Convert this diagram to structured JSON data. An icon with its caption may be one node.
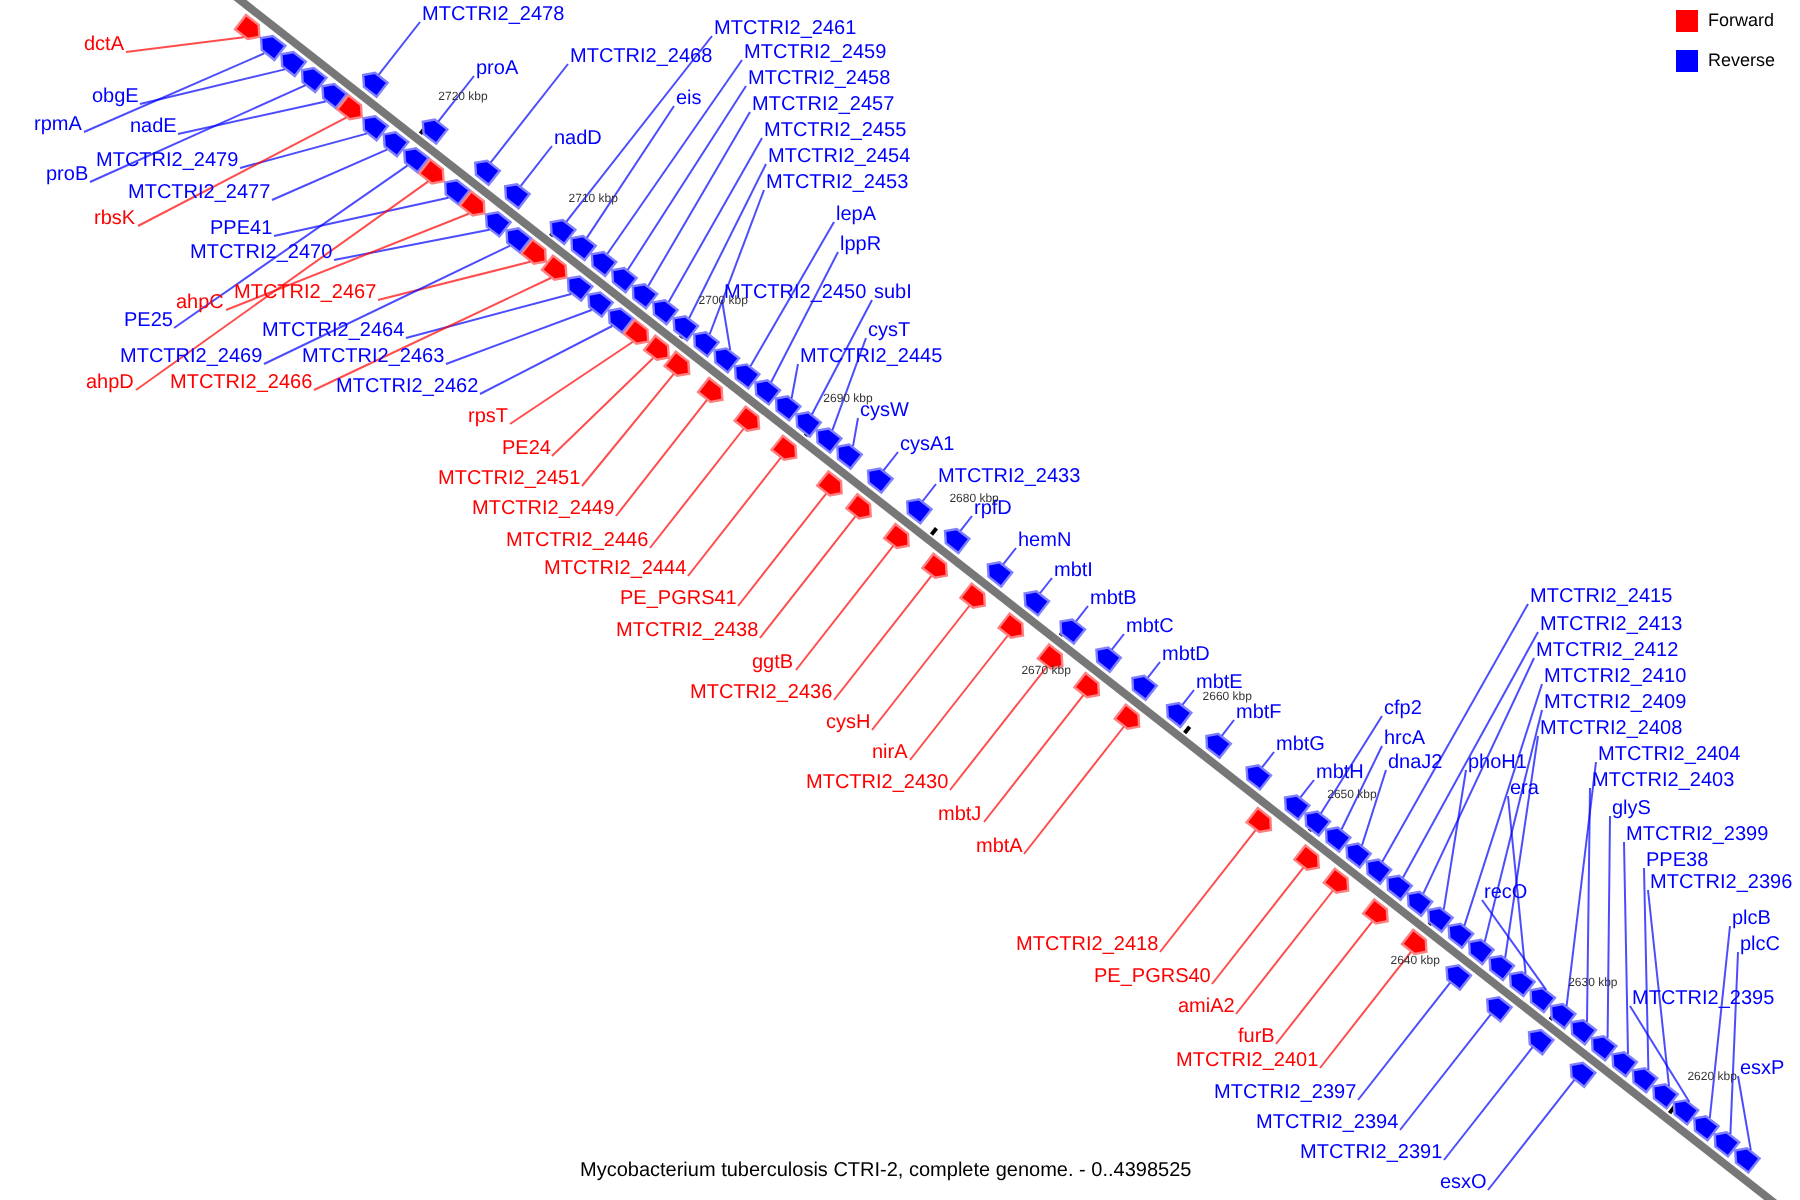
{
  "diagram": {
    "caption": "Mycobacterium tuberculosis CTRI-2, complete genome. - 0..4398525",
    "nodes": [
      {
        "text": [
          "dctA"
        ]
      },
      {
        "text": [
          "MTCTRI2_2478"
        ]
      },
      {
        "text": [
          "obgE"
        ]
      },
      {
        "text": [
          "proA"
        ]
      },
      {
        "text": [
          "MTCTRI2_2468"
        ]
      },
      {
        "text": [
          "MTCTRI2_2461"
        ]
      },
      {
        "text": [
          "MTCTRI2_2459"
        ]
      },
      {
        "text": [
          "eis"
        ]
      },
      {
        "text": [
          "MTCTRI2_2458"
        ]
      },
      {
        "text": [
          "MTCTRI2_2457"
        ]
      },
      {
        "text": [
          "rpmA"
        ]
      },
      {
        "text": [
          "nadE"
        ]
      },
      {
        "text": [
          "nadD"
        ]
      },
      {
        "text": [
          "MTCTRI2_2455"
        ]
      },
      {
        "text": [
          "MTCTRI2_2454"
        ]
      },
      {
        "text": [
          "MTCTRI2_2453"
        ]
      },
      {
        "text": [
          "proB"
        ]
      },
      {
        "text": [
          "MTCTRI2_2479"
        ]
      },
      {
        "text": [
          "MTCTRI2_2477"
        ]
      },
      {
        "text": [
          "lepA"
        ]
      },
      {
        "text": [
          "rbsK"
        ]
      },
      {
        "text": [
          "PPE41"
        ]
      },
      {
        "text": [
          "lppR"
        ]
      },
      {
        "text": [
          "MTCTRI2_2470"
        ]
      },
      {
        "text": [
          "MTCTRI2_2467"
        ]
      },
      {
        "text": [
          "MTCTRI2_2450"
        ]
      },
      {
        "text": [
          "subI"
        ]
      },
      {
        "text": [
          "ahpC"
        ]
      },
      {
        "text": [
          "PE25"
        ]
      },
      {
        "text": [
          "MTCTRI2_2464"
        ]
      },
      {
        "text": [
          "cysT"
        ]
      },
      {
        "text": [
          "MTCTRI2_2469"
        ]
      },
      {
        "text": [
          "MTCTRI2_2463"
        ]
      },
      {
        "text": [
          "MTCTRI2_2445"
        ]
      },
      {
        "text": [
          "ahpD"
        ]
      },
      {
        "text": [
          "MTCTRI2_2466"
        ]
      },
      {
        "text": [
          "MTCTRI2_2462"
        ]
      },
      {
        "text": [
          "cysW"
        ]
      },
      {
        "text": [
          "rpsT"
        ]
      },
      {
        "text": [
          "cysA1"
        ]
      },
      {
        "text": [
          "PE24"
        ]
      },
      {
        "text": [
          "MTCTRI2_2451"
        ]
      },
      {
        "text": [
          "MTCTRI2_2433"
        ]
      },
      {
        "text": [
          "MTCTRI2_2449"
        ]
      },
      {
        "text": [
          "rpfD"
        ]
      },
      {
        "text": [
          "MTCTRI2_2446"
        ]
      },
      {
        "text": [
          "hemN"
        ]
      },
      {
        "text": [
          "MTCTRI2_2444"
        ]
      },
      {
        "text": [
          "mbtI"
        ]
      },
      {
        "text": [
          "PE_PGRS41"
        ]
      },
      {
        "text": [
          "MTCTRI2_2415"
        ]
      },
      {
        "text": [
          "mbtB"
        ]
      },
      {
        "text": [
          "MTCTRI2_2413"
        ]
      },
      {
        "text": [
          "MTCTRI2_2438"
        ]
      },
      {
        "text": [
          "mbtC"
        ]
      },
      {
        "text": [
          "MTCTRI2_2412"
        ]
      },
      {
        "text": [
          "ggtB"
        ]
      },
      {
        "text": [
          "mbtD"
        ]
      },
      {
        "text": [
          "MTCTRI2_2410"
        ]
      },
      {
        "text": [
          "mbtE"
        ]
      },
      {
        "text": [
          "MTCTRI2_2436"
        ]
      },
      {
        "text": [
          "MTCTRI2_2409"
        ]
      },
      {
        "text": [
          "cfp2"
        ]
      },
      {
        "text": [
          "mbtF"
        ]
      },
      {
        "text": [
          "cysH"
        ]
      },
      {
        "text": [
          "MTCTRI2_2408"
        ]
      },
      {
        "text": [
          "hrcA"
        ]
      },
      {
        "text": [
          "mbtG"
        ]
      },
      {
        "text": [
          "nirA"
        ]
      },
      {
        "text": [
          "MTCTRI2_2404"
        ]
      },
      {
        "text": [
          "dnaJ2"
        ]
      },
      {
        "text": [
          "phoH1"
        ]
      },
      {
        "text": [
          "mbtH"
        ]
      },
      {
        "text": [
          "MTCTRI2_2430"
        ]
      },
      {
        "text": [
          "MTCTRI2_2403"
        ]
      },
      {
        "text": [
          "era"
        ]
      },
      {
        "text": [
          "glyS"
        ]
      },
      {
        "text": [
          "mbtJ"
        ]
      },
      {
        "text": [
          "MTCTRI2_2399"
        ]
      },
      {
        "text": [
          "mbtA"
        ]
      },
      {
        "text": [
          "PPE38"
        ]
      },
      {
        "text": [
          "MTCTRI2_2396"
        ]
      },
      {
        "text": [
          "recO"
        ]
      },
      {
        "text": [
          "plcB"
        ]
      },
      {
        "text": [
          "MTCTRI2_2418"
        ]
      },
      {
        "text": [
          "plcC"
        ]
      },
      {
        "text": [
          "PE_PGRS40"
        ]
      },
      {
        "text": [
          "MTCTRI2_2395"
        ]
      },
      {
        "text": [
          "amiA2"
        ]
      },
      {
        "text": [
          "furB"
        ]
      },
      {
        "text": [
          "MTCTRI2_2401"
        ]
      },
      {
        "text": [
          "esxP"
        ]
      },
      {
        "text": [
          "MTCTRI2_2397"
        ]
      },
      {
        "text": [
          "MTCTRI2_2394"
        ]
      },
      {
        "text": [
          "MTCTRI2_2391"
        ]
      },
      {
        "text": [
          "esxO"
        ]
      },
      {
        "text": [],
        "shape": "pentagon"
      },
      {
        "text": [],
        "shape": "pentagon"
      },
      {
        "text": [],
        "shape": "pentagon"
      },
      {
        "text": [],
        "shape": "pentagon"
      },
      {
        "text": [],
        "shape": "pentagon"
      },
      {
        "text": [],
        "shape": "pentagon"
      },
      {
        "text": [],
        "shape": "pentagon"
      },
      {
        "text": [],
        "shape": "pentagon"
      },
      {
        "text": [],
        "shape": "pentagon"
      },
      {
        "text": [],
        "shape": "pentagon"
      },
      {
        "text": [],
        "shape": "pentagon"
      },
      {
        "text": [],
        "shape": "pentagon"
      },
      {
        "text": [],
        "shape": "pentagon"
      },
      {
        "text": [],
        "shape": "pentagon"
      },
      {
        "text": [],
        "shape": "pentagon"
      },
      {
        "text": [],
        "shape": "pentagon"
      },
      {
        "text": [],
        "shape": "pentagon"
      },
      {
        "text": [],
        "shape": "pentagon"
      },
      {
        "text": [],
        "shape": "pentagon"
      },
      {
        "text": [],
        "shape": "pentagon"
      },
      {
        "text": [],
        "shape": "pentagon"
      },
      {
        "text": [],
        "shape": "pentagon"
      },
      {
        "text": [],
        "shape": "pentagon"
      },
      {
        "text": [],
        "shape": "pentagon"
      },
      {
        "text": [],
        "shape": "pentagon"
      },
      {
        "text": [],
        "shape": "pentagon"
      },
      {
        "text": [],
        "shape": "pentagon"
      },
      {
        "text": [],
        "shape": "pentagon"
      },
      {
        "text": [],
        "shape": "pentagon"
      },
      {
        "text": [],
        "shape": "pentagon"
      },
      {
        "text": [],
        "shape": "pentagon"
      },
      {
        "text": [],
        "shape": "pentagon"
      },
      {
        "text": [],
        "shape": "pentagon"
      },
      {
        "text": [],
        "shape": "pentagon"
      },
      {
        "text": [],
        "shape": "pentagon"
      },
      {
        "text": [],
        "shape": "pentagon"
      },
      {
        "text": [],
        "shape": "pentagon"
      },
      {
        "text": [],
        "shape": "pentagon"
      },
      {
        "text": [],
        "shape": "pentagon"
      },
      {
        "text": [],
        "shape": "pentagon"
      },
      {
        "text": [],
        "shape": "pentagon"
      },
      {
        "text": [],
        "shape": "pentagon"
      },
      {
        "text": [],
        "shape": "pentagon"
      },
      {
        "text": [],
        "shape": "pentagon"
      },
      {
        "text": [],
        "shape": "pentagon"
      },
      {
        "text": [],
        "shape": "pentagon"
      },
      {
        "text": [],
        "shape": "pentagon"
      },
      {
        "text": [],
        "shape": "pentagon"
      },
      {
        "text": [],
        "shape": "pentagon"
      },
      {
        "text": [],
        "shape": "pentagon"
      },
      {
        "text": [],
        "shape": "pentagon"
      },
      {
        "text": [],
        "shape": "pentagon"
      },
      {
        "text": [],
        "shape": "pentagon"
      },
      {
        "text": [],
        "shape": "pentagon"
      },
      {
        "text": [],
        "shape": "pentagon"
      },
      {
        "text": [],
        "shape": "pentagon"
      },
      {
        "text": [],
        "shape": "pentagon"
      },
      {
        "text": [],
        "shape": "pentagon"
      },
      {
        "text": [],
        "shape": "pentagon"
      },
      {
        "text": [],
        "shape": "pentagon"
      },
      {
        "text": [],
        "shape": "pentagon"
      },
      {
        "text": [],
        "shape": "pentagon"
      },
      {
        "text": [],
        "shape": "pentagon"
      },
      {
        "text": [],
        "shape": "pentagon"
      },
      {
        "text": [],
        "shape": "pentagon"
      },
      {
        "text": [],
        "shape": "pentagon"
      },
      {
        "text": [],
        "shape": "pentagon"
      },
      {
        "text": [],
        "shape": "pentagon"
      },
      {
        "text": [],
        "shape": "pentagon"
      },
      {
        "text": [],
        "shape": "pentagon"
      },
      {
        "text": [],
        "shape": "pentagon"
      },
      {
        "text": [],
        "shape": "pentagon"
      },
      {
        "text": [],
        "shape": "pentagon"
      },
      {
        "text": [],
        "shape": "pentagon"
      },
      {
        "text": [],
        "shape": "pentagon"
      },
      {
        "text": [],
        "shape": "pentagon"
      },
      {
        "text": [],
        "shape": "pentagon"
      },
      {
        "text": [],
        "shape": "pentagon"
      },
      {
        "text": [],
        "shape": "pentagon"
      },
      {
        "text": [],
        "shape": "pentagon"
      },
      {
        "text": [],
        "shape": "pentagon"
      },
      {
        "text": [],
        "shape": "pentagon"
      },
      {
        "text": [],
        "shape": "pentagon"
      },
      {
        "text": [],
        "shape": "pentagon"
      },
      {
        "text": [],
        "shape": "pentagon"
      },
      {
        "text": [],
        "shape": "pentagon"
      },
      {
        "text": [],
        "shape": "pentagon"
      },
      {
        "text": [],
        "shape": "pentagon"
      },
      {
        "text": [],
        "shape": "pentagon"
      },
      {
        "text": [],
        "shape": "pentagon"
      },
      {
        "text": [],
        "shape": "pentagon"
      },
      {
        "text": [],
        "shape": "pentagon"
      },
      {
        "text": [],
        "shape": "pentagon"
      },
      {
        "text": [],
        "shape": "pentagon"
      },
      {
        "text": [],
        "shape": "pentagon"
      },
      {
        "text": [],
        "shape": "pentagon"
      }
    ],
    "edges": [
      {
        "from": 0,
        "to": 96,
        "arrow": "none",
        "color": "#ff0000"
      },
      {
        "from": 1,
        "to": 97,
        "arrow": "none"
      },
      {
        "from": 2,
        "to": 98,
        "arrow": "none"
      },
      {
        "from": 3,
        "to": 99,
        "arrow": "none"
      },
      {
        "from": 4,
        "to": 100,
        "arrow": "none"
      },
      {
        "from": 5,
        "to": 101,
        "arrow": "none"
      },
      {
        "from": 6,
        "to": 102,
        "arrow": "none"
      },
      {
        "from": 7,
        "to": 103,
        "arrow": "none"
      },
      {
        "from": 8,
        "to": 104,
        "arrow": "none"
      },
      {
        "from": 9,
        "to": 105,
        "arrow": "none"
      },
      {
        "from": 10,
        "to": 106,
        "arrow": "none"
      },
      {
        "from": 11,
        "to": 107,
        "arrow": "none"
      },
      {
        "from": 12,
        "to": 108,
        "arrow": "none"
      },
      {
        "from": 13,
        "to": 109,
        "arrow": "none"
      },
      {
        "from": 14,
        "to": 110,
        "arrow": "none"
      },
      {
        "from": 15,
        "to": 111,
        "arrow": "none"
      },
      {
        "from": 16,
        "to": 112,
        "arrow": "none"
      },
      {
        "from": 17,
        "to": 113,
        "arrow": "none"
      },
      {
        "from": 18,
        "to": 114,
        "arrow": "none"
      },
      {
        "from": 19,
        "to": 115,
        "arrow": "none"
      },
      {
        "from": 20,
        "to": 116,
        "arrow": "none",
        "color": "#ff0000"
      },
      {
        "from": 21,
        "to": 117,
        "arrow": "none"
      },
      {
        "from": 22,
        "to": 118,
        "arrow": "none"
      },
      {
        "from": 23,
        "to": 119,
        "arrow": "none"
      },
      {
        "from": 24,
        "to": 120,
        "arrow": "none",
        "color": "#ff0000"
      },
      {
        "from": 25,
        "to": 121,
        "arrow": "none"
      },
      {
        "from": 26,
        "to": 122,
        "arrow": "none"
      },
      {
        "from": 27,
        "to": 123,
        "arrow": "none",
        "color": "#ff0000"
      },
      {
        "from": 28,
        "to": 124,
        "arrow": "none"
      },
      {
        "from": 29,
        "to": 125,
        "arrow": "none"
      },
      {
        "from": 30,
        "to": 126,
        "arrow": "none"
      },
      {
        "from": 31,
        "to": 127,
        "arrow": "none"
      },
      {
        "from": 32,
        "to": 128,
        "arrow": "none"
      },
      {
        "from": 33,
        "to": 129,
        "arrow": "none"
      },
      {
        "from": 34,
        "to": 130,
        "arrow": "none",
        "color": "#ff0000"
      },
      {
        "from": 35,
        "to": 131,
        "arrow": "none",
        "color": "#ff0000"
      },
      {
        "from": 36,
        "to": 132,
        "arrow": "none"
      },
      {
        "from": 37,
        "to": 133,
        "arrow": "none"
      },
      {
        "from": 38,
        "to": 134,
        "arrow": "none",
        "color": "#ff0000"
      },
      {
        "from": 39,
        "to": 135,
        "arrow": "none"
      },
      {
        "from": 40,
        "to": 136,
        "arrow": "none",
        "color": "#ff0000"
      },
      {
        "from": 41,
        "to": 137,
        "arrow": "none",
        "color": "#ff0000"
      },
      {
        "from": 42,
        "to": 138,
        "arrow": "none"
      },
      {
        "from": 43,
        "to": 139,
        "arrow": "none",
        "color": "#ff0000"
      },
      {
        "from": 44,
        "to": 140,
        "arrow": "none"
      },
      {
        "from": 45,
        "to": 141,
        "arrow": "none",
        "color": "#ff0000"
      },
      {
        "from": 46,
        "to": 142,
        "arrow": "none"
      },
      {
        "from": 47,
        "to": 143,
        "arrow": "none",
        "color": "#ff0000"
      },
      {
        "from": 48,
        "to": 144,
        "arrow": "none"
      },
      {
        "from": 49,
        "to": 145,
        "arrow": "none",
        "color": "#ff0000"
      },
      {
        "from": 50,
        "to": 146,
        "arrow": "none"
      },
      {
        "from": 51,
        "to": 147,
        "arrow": "none"
      },
      {
        "from": 52,
        "to": 148,
        "arrow": "none"
      },
      {
        "from": 53,
        "to": 149,
        "arrow": "none",
        "color": "#ff0000"
      },
      {
        "from": 54,
        "to": 150,
        "arrow": "none"
      },
      {
        "from": 55,
        "to": 151,
        "arrow": "none"
      },
      {
        "from": 56,
        "to": 152,
        "arrow": "none",
        "color": "#ff0000"
      },
      {
        "from": 57,
        "to": 153,
        "arrow": "none"
      },
      {
        "from": 58,
        "to": 154,
        "arrow": "none"
      },
      {
        "from": 59,
        "to": 155,
        "arrow": "none"
      },
      {
        "from": 60,
        "to": 156,
        "arrow": "none",
        "color": "#ff0000"
      },
      {
        "from": 61,
        "to": 157,
        "arrow": "none"
      },
      {
        "from": 62,
        "to": 158,
        "arrow": "none"
      },
      {
        "from": 63,
        "to": 159,
        "arrow": "none"
      },
      {
        "from": 64,
        "to": 160,
        "arrow": "none",
        "color": "#ff0000"
      },
      {
        "from": 65,
        "to": 161,
        "arrow": "none"
      },
      {
        "from": 66,
        "to": 162,
        "arrow": "none"
      },
      {
        "from": 67,
        "to": 163,
        "arrow": "none"
      },
      {
        "from": 68,
        "to": 164,
        "arrow": "none",
        "color": "#ff0000"
      },
      {
        "from": 69,
        "to": 165,
        "arrow": "none"
      },
      {
        "from": 70,
        "to": 166,
        "arrow": "none"
      },
      {
        "from": 71,
        "to": 167,
        "arrow": "none"
      },
      {
        "from": 72,
        "to": 168,
        "arrow": "none"
      },
      {
        "from": 73,
        "to": 169,
        "arrow": "none",
        "color": "#ff0000"
      },
      {
        "from": 74,
        "to": 170,
        "arrow": "none"
      },
      {
        "from": 75,
        "to": 171,
        "arrow": "none"
      },
      {
        "from": 76,
        "to": 172,
        "arrow": "none"
      },
      {
        "from": 77,
        "to": 173,
        "arrow": "none",
        "color": "#ff0000"
      },
      {
        "from": 78,
        "to": 174,
        "arrow": "none"
      },
      {
        "from": 79,
        "to": 175,
        "arrow": "none",
        "color": "#ff0000"
      },
      {
        "from": 80,
        "to": 176,
        "arrow": "none"
      },
      {
        "from": 81,
        "to": 177,
        "arrow": "none"
      },
      {
        "from": 82,
        "to": 178,
        "arrow": "none"
      },
      {
        "from": 83,
        "to": 179,
        "arrow": "none"
      },
      {
        "from": 84,
        "to": 180,
        "arrow": "none",
        "color": "#ff0000"
      },
      {
        "from": 85,
        "to": 181,
        "arrow": "none"
      },
      {
        "from": 86,
        "to": 182,
        "arrow": "none",
        "color": "#ff0000"
      },
      {
        "from": 87,
        "to": 183,
        "arrow": "none"
      },
      {
        "from": 88,
        "to": 184,
        "arrow": "none",
        "color": "#ff0000"
      },
      {
        "from": 89,
        "to": 185,
        "arrow": "none",
        "color": "#ff0000"
      },
      {
        "from": 90,
        "to": 186,
        "arrow": "none",
        "color": "#ff0000"
      },
      {
        "from": 91,
        "to": 187,
        "arrow": "none"
      },
      {
        "from": 92,
        "to": 188,
        "arrow": "none"
      },
      {
        "from": 93,
        "to": 189,
        "arrow": "none"
      },
      {
        "from": 94,
        "to": 190,
        "arrow": "none"
      },
      {
        "from": 95,
        "to": 191,
        "arrow": "none"
      }
    ],
    "labels": [
      "2720 kbp",
      "2710 kbp",
      "2700 kbp",
      "2690 kbp",
      "2680 kbp",
      "2670 kbp",
      "2660 kbp",
      "2650 kbp",
      "2640 kbp",
      "2630 kbp",
      "2620 kbp"
    ],
    "legend": [
      {
        "text": "Forward",
        "color": "#ff0000"
      },
      {
        "text": "Reverse",
        "color": "#0000ff"
      }
    ]
  }
}
